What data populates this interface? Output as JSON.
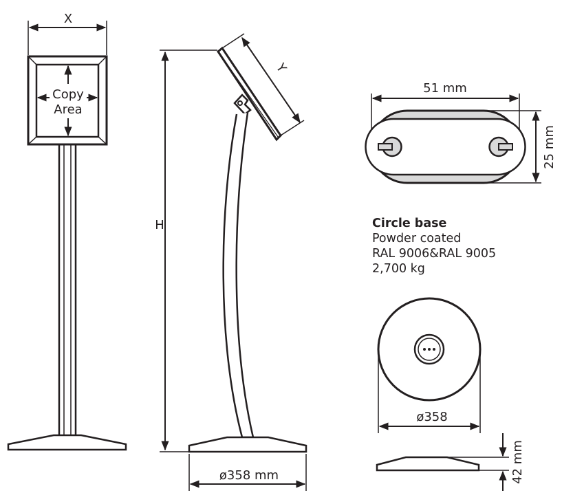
{
  "front_view": {
    "width_label": "X",
    "copy_area_label_line1": "Copy",
    "copy_area_label_line2": "Area"
  },
  "side_view": {
    "height_label": "H",
    "depth_label": "Y",
    "base_diameter_label": "ø358 mm"
  },
  "profile_section": {
    "width_label": "51 mm",
    "height_label": "25 mm"
  },
  "base_info": {
    "title": "Circle base",
    "line1": "Powder coated",
    "line2": "RAL 9006&RAL 9005",
    "line3": "2,700 kg"
  },
  "base_top_view": {
    "diameter_label": "ø358"
  },
  "base_side_view": {
    "height_label": "42 mm"
  },
  "colors": {
    "stroke": "#231f20",
    "profile_fill": "#d9d9d9",
    "background": "#ffffff"
  }
}
